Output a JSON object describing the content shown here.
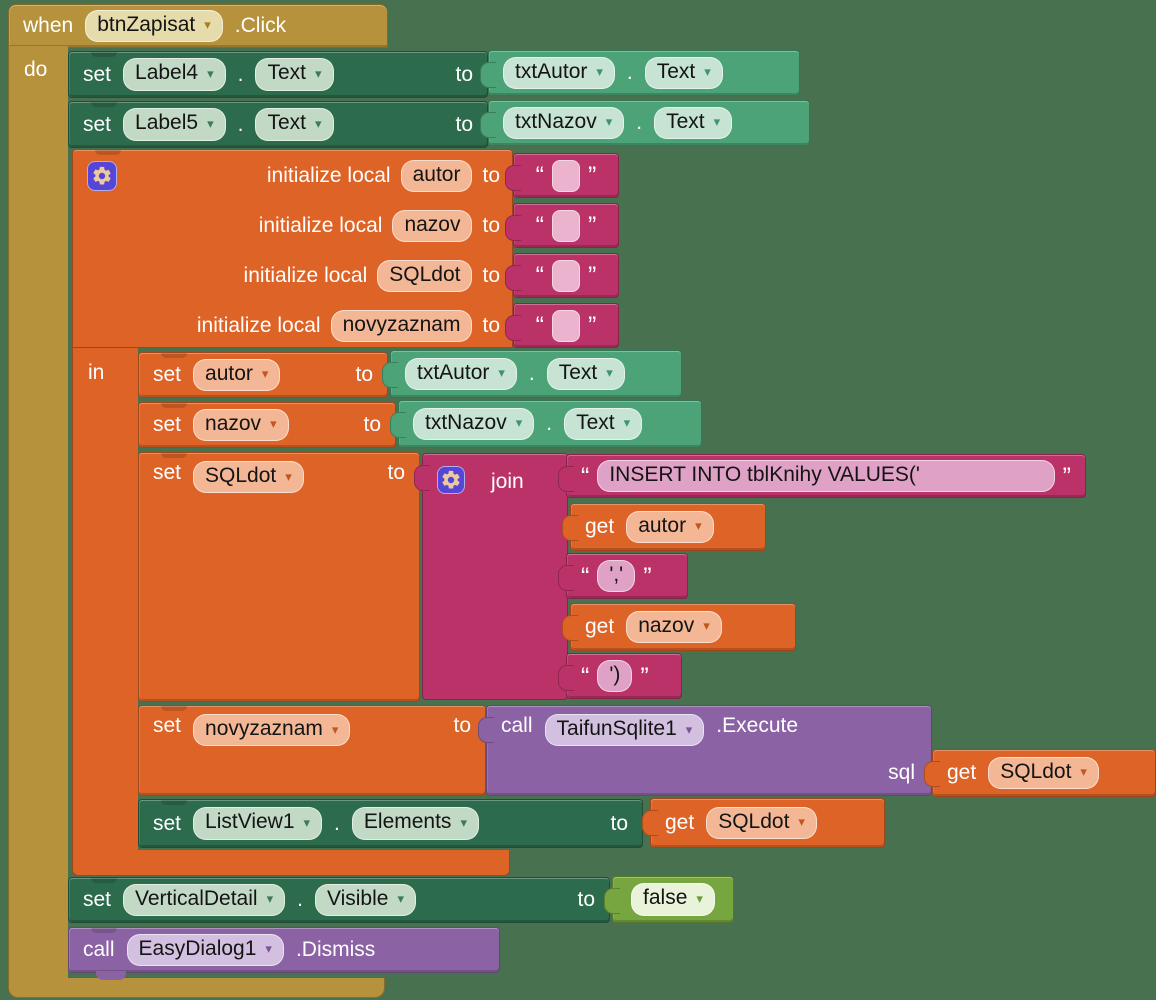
{
  "keywords": {
    "when": "when",
    "do": "do",
    "set": "set",
    "to": "to",
    "in": "in",
    "get": "get",
    "call": "call",
    "init_local": "initialize local",
    "join": "join",
    "sql": "sql"
  },
  "punct": {
    "dot": ".",
    "open_quote": "“",
    "close_quote": "”"
  },
  "icons": {
    "dropdown_arrow": "▾",
    "gear": "gear-icon"
  },
  "components": {
    "btnzapisat": "btnZapisat",
    "label4": "Label4",
    "label5": "Label5",
    "txtautor": "txtAutor",
    "txtnazov": "txtNazov",
    "listview1": "ListView1",
    "verticaldetail": "VerticalDetail",
    "taifunsqlite1": "TaifunSqlite1",
    "easydialog1": "EasyDialog1"
  },
  "events": {
    "click": ".Click"
  },
  "methods": {
    "execute": ".Execute",
    "dismiss": ".Dismiss"
  },
  "properties": {
    "text": "Text",
    "elements": "Elements",
    "visible": "Visible"
  },
  "variables": {
    "autor": "autor",
    "nazov": "nazov",
    "sqldot": "SQLdot",
    "novyzaznam": "novyzaznam"
  },
  "strings": {
    "insert_sql": "INSERT INTO tblKnihy VALUES('",
    "quote_comma_quote": "','",
    "quote_paren": "')",
    "empty": ""
  },
  "logic": {
    "false_value": "false"
  },
  "colors": {
    "background": "#47714f",
    "event_gold": "#b6923d",
    "setter_green": "#2c6b4c",
    "getter_green": "#4ba377",
    "variable_orange": "#dd6327",
    "text_magenta": "#ba3268",
    "procedure_purple": "#8b63a4",
    "logic_green": "#77a640",
    "mutator_indigo": "#5646d6"
  }
}
